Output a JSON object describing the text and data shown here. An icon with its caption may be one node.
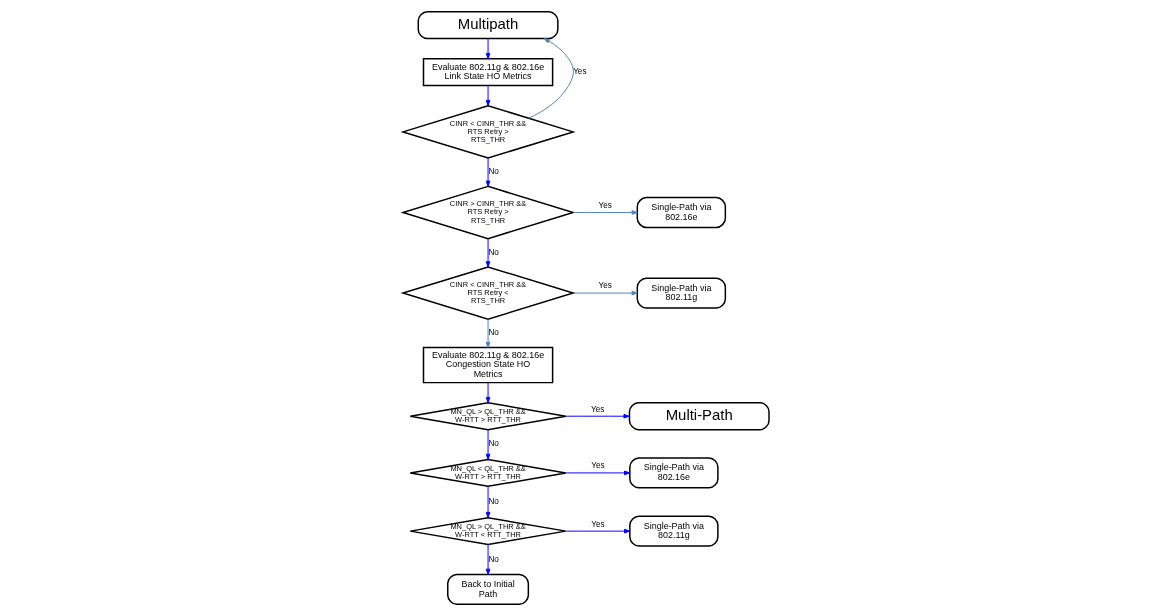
{
  "diagram": {
    "nodes": [
      {
        "text": [
          "Multipath"
        ]
      },
      {
        "text": [
          "Evaluate 802.11g & 802.16e Link State HO Metrics"
        ]
      },
      {
        "text": [
          "CINR < CINR_THR && RTS Retry > RTS_THR"
        ]
      },
      {
        "text": [
          "CINR > CINR_THR && RTS Retry > RTS_THR"
        ]
      },
      {
        "text": [
          "Single-Path via 802.16e"
        ]
      },
      {
        "text": [
          "CINR < CINR_THR && RTS Retry < RTS_THR"
        ]
      },
      {
        "text": [
          "Single-Path via 802.11g"
        ]
      },
      {
        "text": [
          "Evaluate 802.11g & 802.16e Congestion State HO Metrics"
        ]
      },
      {
        "text": [
          "MN_QL > QL_THR && W-RTT > RTT_THR"
        ]
      },
      {
        "text": [
          "Multi-Path"
        ]
      },
      {
        "text": [
          "MN_QL < QL_THR && W-RTT > RTT_THR"
        ]
      },
      {
        "text": [
          "Single-Path via 802.16e"
        ]
      },
      {
        "text": [
          "MN_QL > QL_THR && W-RTT < RTT_THR"
        ]
      },
      {
        "text": [
          "Single-Path via 802.11g"
        ]
      },
      {
        "text": [
          "Back to Initial Path"
        ]
      }
    ],
    "edges": [
      {
        "from": 0,
        "to": 1,
        "arrow": "to"
      },
      {
        "from": 1,
        "to": 2,
        "arrow": "to"
      },
      {
        "from": 2,
        "to": 0,
        "arrow": "to",
        "label": "Yes",
        "color": "#4f81bd"
      },
      {
        "from": 2,
        "to": 3,
        "arrow": "to",
        "label": "No"
      },
      {
        "from": 3,
        "to": 4,
        "arrow": "to",
        "label": "Yes",
        "color": "#4f81bd"
      },
      {
        "from": 3,
        "to": 5,
        "arrow": "to",
        "label": "No"
      },
      {
        "from": 5,
        "to": 6,
        "arrow": "to",
        "label": "Yes",
        "color": "#4f81bd"
      },
      {
        "from": 5,
        "to": 7,
        "arrow": "to",
        "label": "No",
        "color": "#4f81bd"
      },
      {
        "from": 7,
        "to": 8,
        "arrow": "to"
      },
      {
        "from": 8,
        "to": 9,
        "arrow": "to",
        "label": "Yes"
      },
      {
        "from": 8,
        "to": 10,
        "arrow": "to",
        "label": "No"
      },
      {
        "from": 10,
        "to": 11,
        "arrow": "to",
        "label": "Yes"
      },
      {
        "from": 10,
        "to": 12,
        "arrow": "to",
        "label": "No"
      },
      {
        "from": 12,
        "to": 13,
        "arrow": "to",
        "label": "Yes"
      },
      {
        "from": 12,
        "to": 14,
        "arrow": "to",
        "label": "No"
      }
    ]
  }
}
